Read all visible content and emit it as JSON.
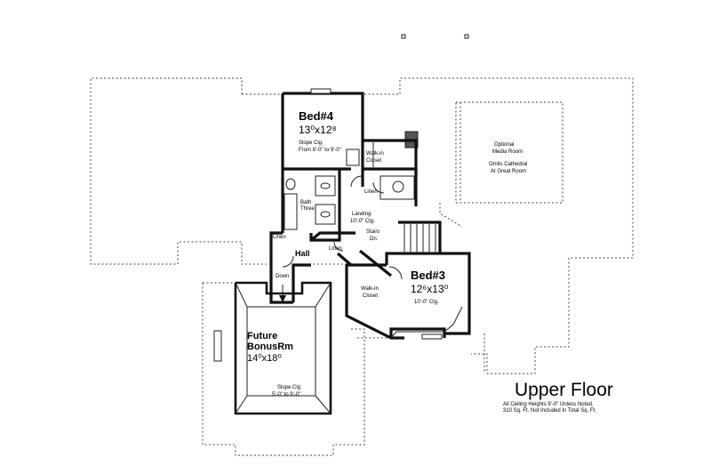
{
  "rooms": {
    "bed4": {
      "name": "Bed#4",
      "size": "13⁰x12⁸",
      "note1": "Slope Clg.",
      "note2": "From 8'-0\" to 9'-0\""
    },
    "bed3": {
      "name": "Bed#3",
      "size": "12⁶x13⁰",
      "note": "10'-0\" Clg."
    },
    "bonus": {
      "name1": "Future",
      "name2": "BonusRm",
      "size": "14⁰x18⁰",
      "note1": "Slope Clg",
      "note2": "5'-0\" to 9'-0\""
    },
    "media": {
      "line1": "Optional",
      "line2": "Media Room",
      "line3": "Omits Cathedral",
      "line4": "At Great Room"
    },
    "walkin_top": {
      "line1": "Walk-in",
      "line2": "Closet"
    },
    "walkin_bed3": {
      "line1": "Walk-in",
      "line2": "Closet"
    },
    "bath": {
      "line1": "Bath",
      "line2": "Three"
    },
    "landing": {
      "line1": "Landing",
      "line2": "10'-0\" Clg."
    },
    "stairs": {
      "line1": "Stairs",
      "line2": "Dn."
    },
    "linen_top": "Linen",
    "linen_left": "Linen",
    "linen_mid": "Linen",
    "hall": "Hall",
    "down": "Down"
  },
  "footer": {
    "title": "Upper Floor",
    "note1": "All Ceiling Heights 9'-0\" Unless Noted.",
    "note2": "310 Sq. Ft. Not Included In Total Sq. Ft."
  }
}
